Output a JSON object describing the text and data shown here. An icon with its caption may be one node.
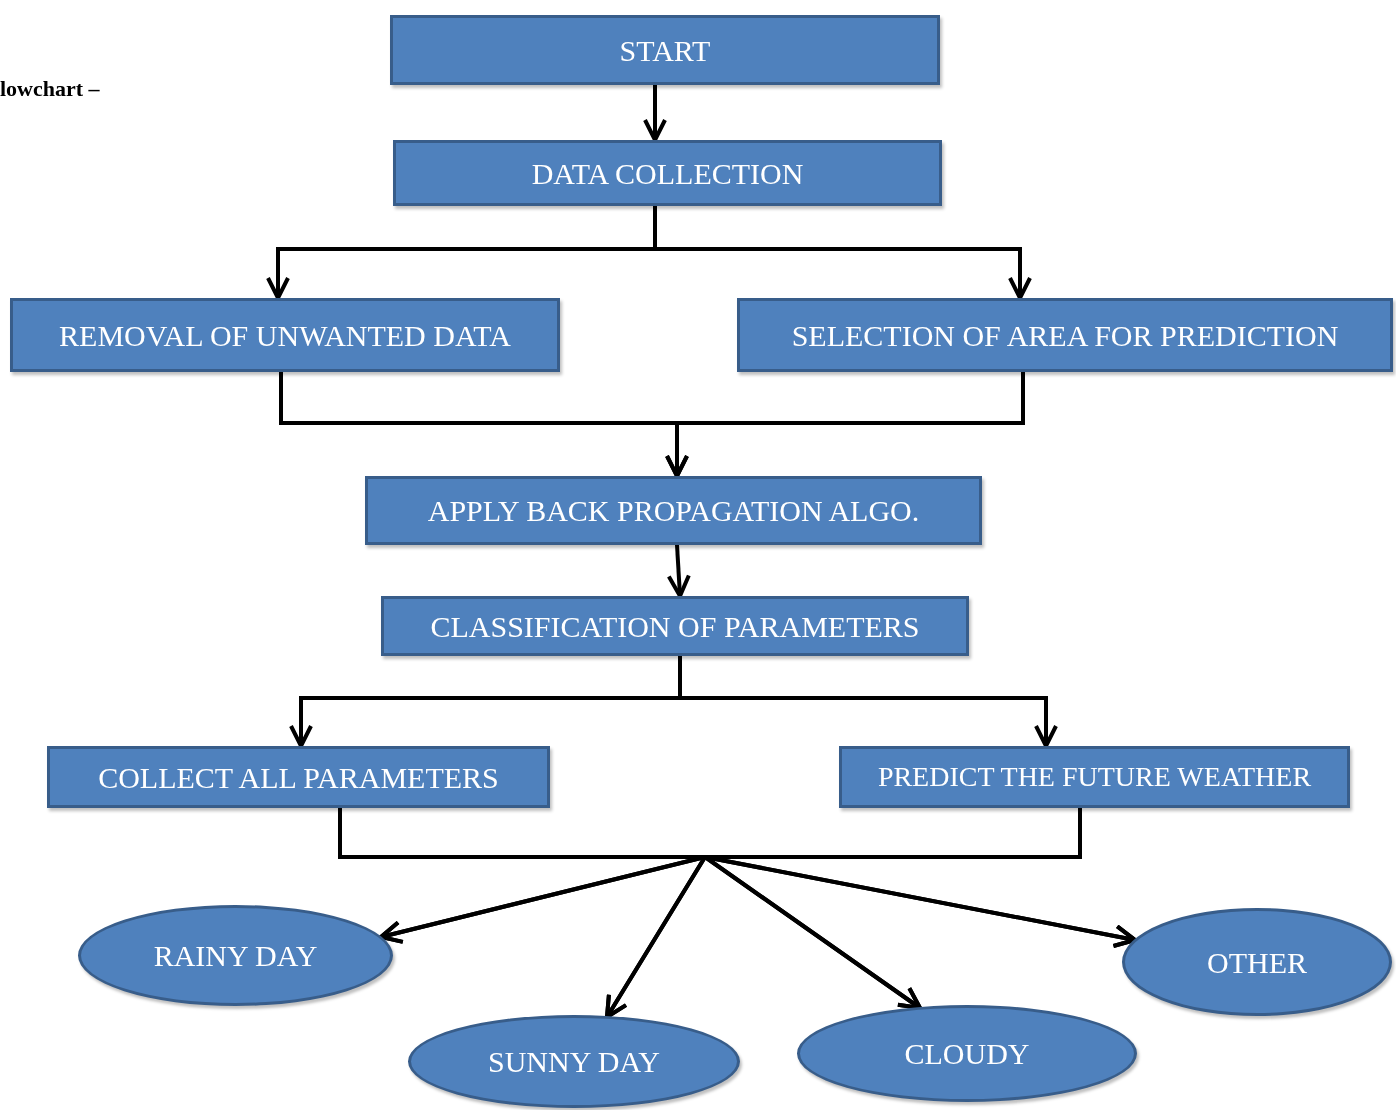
{
  "diagram": {
    "nodes": [
      {
        "text": [
          "START"
        ]
      },
      {
        "text": [
          "DATA COLLECTION"
        ]
      },
      {
        "text": [
          "REMOVAL OF UNWANTED DATA"
        ]
      },
      {
        "text": [
          "SELECTION OF AREA FOR PREDICTION"
        ]
      },
      {
        "text": [
          "APPLY BACK PROPAGATION ALGO."
        ]
      },
      {
        "text": [
          "CLASSIFICATION OF PARAMETERS"
        ]
      },
      {
        "text": [
          "COLLECT ALL PARAMETERS"
        ]
      },
      {
        "text": [
          "PREDICT THE FUTURE WEATHER"
        ]
      },
      {
        "text": [
          "RAINY DAY"
        ]
      },
      {
        "text": [
          "SUNNY DAY"
        ]
      },
      {
        "text": [
          "CLOUDY"
        ]
      },
      {
        "text": [
          "OTHER"
        ]
      }
    ],
    "edges": [
      {
        "from": 0,
        "to": 1,
        "arrow": "to"
      },
      {
        "from": 1,
        "to": 2,
        "arrow": "to"
      },
      {
        "from": 1,
        "to": 3,
        "arrow": "to"
      },
      {
        "from": 2,
        "to": 4,
        "arrow": "to"
      },
      {
        "from": 3,
        "to": 4,
        "arrow": "to"
      },
      {
        "from": 4,
        "to": 5,
        "arrow": "to"
      },
      {
        "from": 5,
        "to": 6,
        "arrow": "to"
      },
      {
        "from": 5,
        "to": 7,
        "arrow": "to"
      },
      {
        "from": 6,
        "to": 8,
        "arrow": "to"
      },
      {
        "from": 6,
        "to": 9,
        "arrow": "to"
      },
      {
        "from": 6,
        "to": 10,
        "arrow": "to"
      },
      {
        "from": 6,
        "to": 11,
        "arrow": "to"
      },
      {
        "from": 7,
        "to": 8,
        "arrow": "to"
      },
      {
        "from": 7,
        "to": 9,
        "arrow": "to"
      },
      {
        "from": 7,
        "to": 10,
        "arrow": "to"
      },
      {
        "from": 7,
        "to": 11,
        "arrow": "to"
      }
    ],
    "labels": [
      "lowchart –"
    ]
  }
}
